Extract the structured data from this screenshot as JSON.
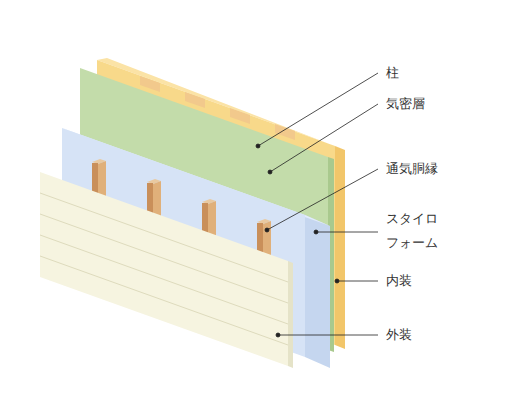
{
  "diagram": {
    "labels": [
      "柱",
      "気密層",
      "通気胴縁",
      "スタイロ フォーム",
      "内装",
      "外装"
    ]
  }
}
